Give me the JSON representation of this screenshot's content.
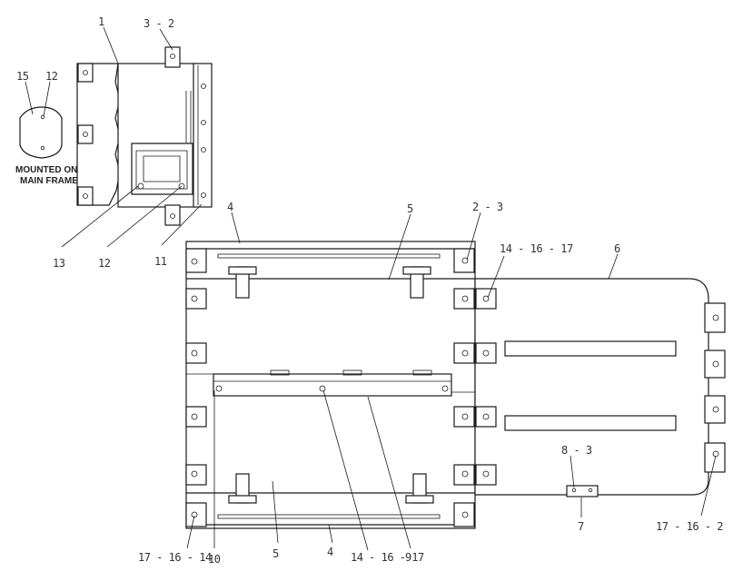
{
  "note": {
    "line1": "MOUNTED ON",
    "line2": "MAIN FRAME"
  },
  "callouts": {
    "c1": "1",
    "c3_2": "3 - 2",
    "c15": "15",
    "c12_top": "12",
    "c13": "13",
    "c12_bottom": "12",
    "c11": "11",
    "c4_top": "4",
    "c5_top": "5",
    "c2_3": "2 - 3",
    "c14_16_17_top": "14 - 16 - 17",
    "c6": "6",
    "c8_3": "8 - 3",
    "c7": "7",
    "c17_16_2": "17 - 16 - 2",
    "c17_16_14": "17 - 16 - 14",
    "c10": "10",
    "c5_bottom": "5",
    "c4_bottom": "4",
    "c14_16_17_bottom": "14 - 16 - 17",
    "c9": "9"
  }
}
